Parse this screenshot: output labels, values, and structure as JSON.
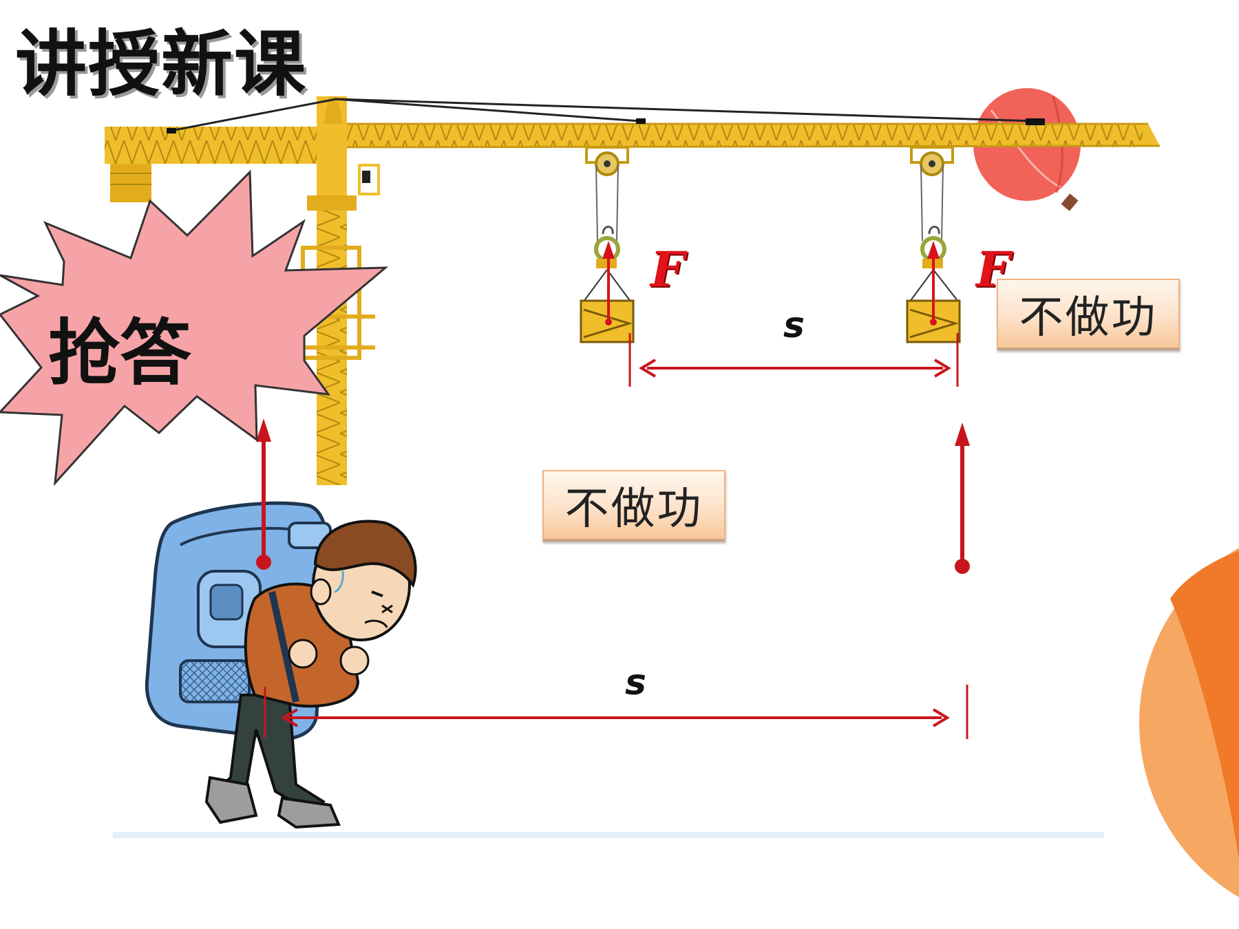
{
  "title": "讲授新课",
  "badge": {
    "label": "抢答"
  },
  "labels": {
    "crane_result": "不做功",
    "walker_result": "不做功"
  },
  "symbols": {
    "force": "F",
    "distance": "s"
  },
  "colors": {
    "crane": "#f0be2a",
    "arrow": "#c8151d",
    "badge": "#f6a3a7",
    "balloon": "#f05a4c",
    "orange_deco": "#f38a3c"
  }
}
